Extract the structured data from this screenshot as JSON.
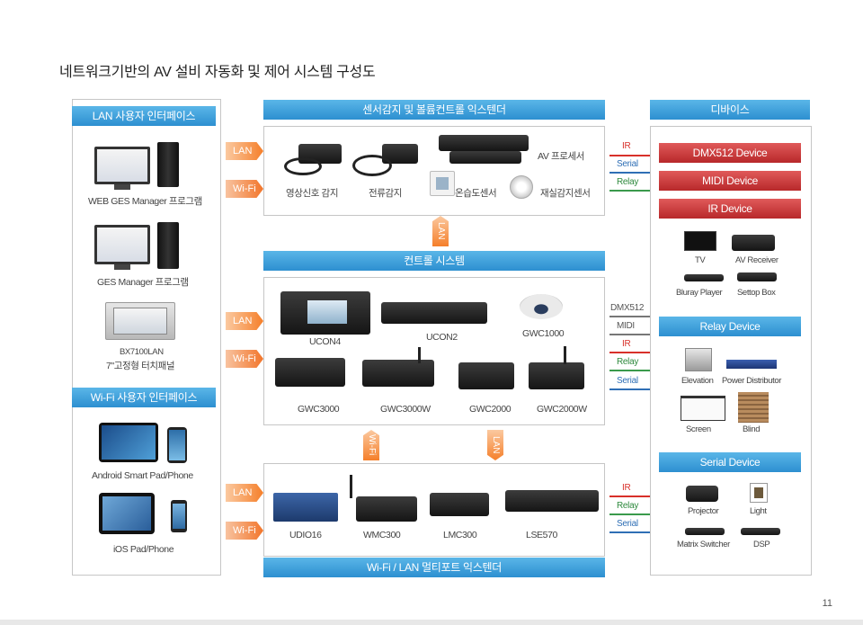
{
  "title": "네트워크기반의 AV 설비 자동화 및 제어 시스템 구성도",
  "headers": {
    "lan_interface": "LAN 사용자 인터페이스",
    "sensor_extender": "센서감지 및 볼륨컨트롤 익스텐더",
    "devices": "디바이스",
    "control_system": "컨트롤 시스템",
    "wifi_interface": "Wi-Fi 사용자 인터페이스",
    "multiport_extender": "Wi-Fi / LAN 멀티포트 익스텐더"
  },
  "left": {
    "web_ges": "WEB GES Manager 프로그램",
    "ges": "GES Manager 프로그램",
    "bx_model": "BX7100LAN",
    "bx_desc": "7\"고정형 터치패널",
    "android": "Android Smart Pad/Phone",
    "ios": "iOS Pad/Phone"
  },
  "arrows": {
    "lan": "LAN",
    "wifi": "Wi-Fi"
  },
  "sensors": {
    "video_sense": "영상신호 감지",
    "current_sense": "전류감지",
    "temp_sensor": "온습도센서",
    "presence_sensor": "재실감지센서",
    "av_processor": "AV 프로세서"
  },
  "control": {
    "ucon4": "UCON4",
    "ucon2": "UCON2",
    "gwc1000": "GWC1000",
    "gwc3000": "GWC3000",
    "gwc3000w": "GWC3000W",
    "gwc2000": "GWC2000",
    "gwc2000w": "GWC2000W"
  },
  "extender": {
    "udio16": "UDIO16",
    "wmc300": "WMC300",
    "lmc300": "LMC300",
    "lse570": "LSE570"
  },
  "signals": {
    "ir": "IR",
    "serial": "Serial",
    "relay": "Relay",
    "dmx512": "DMX512",
    "midi": "MIDI"
  },
  "devices": {
    "dmx": "DMX512 Device",
    "midi": "MIDI Device",
    "ir": "IR Device",
    "tv": "TV",
    "av_receiver": "AV Receiver",
    "bluray": "Bluray Player",
    "settop": "Settop Box",
    "relay": "Relay Device",
    "elevation": "Elevation",
    "power_dist": "Power Distributor",
    "screen": "Screen",
    "blind": "Blind",
    "serial": "Serial Device",
    "projector": "Projector",
    "light": "Light",
    "matrix": "Matrix Switcher",
    "dsp": "DSP"
  },
  "page_number": "11",
  "colors": {
    "header_blue": "#2d8fd0",
    "device_red": "#b8282a",
    "arrow_orange": "#f57f2a",
    "ir_red": "#d8302a",
    "serial_blue": "#2f6fb5",
    "relay_green": "#2f8a3e"
  }
}
